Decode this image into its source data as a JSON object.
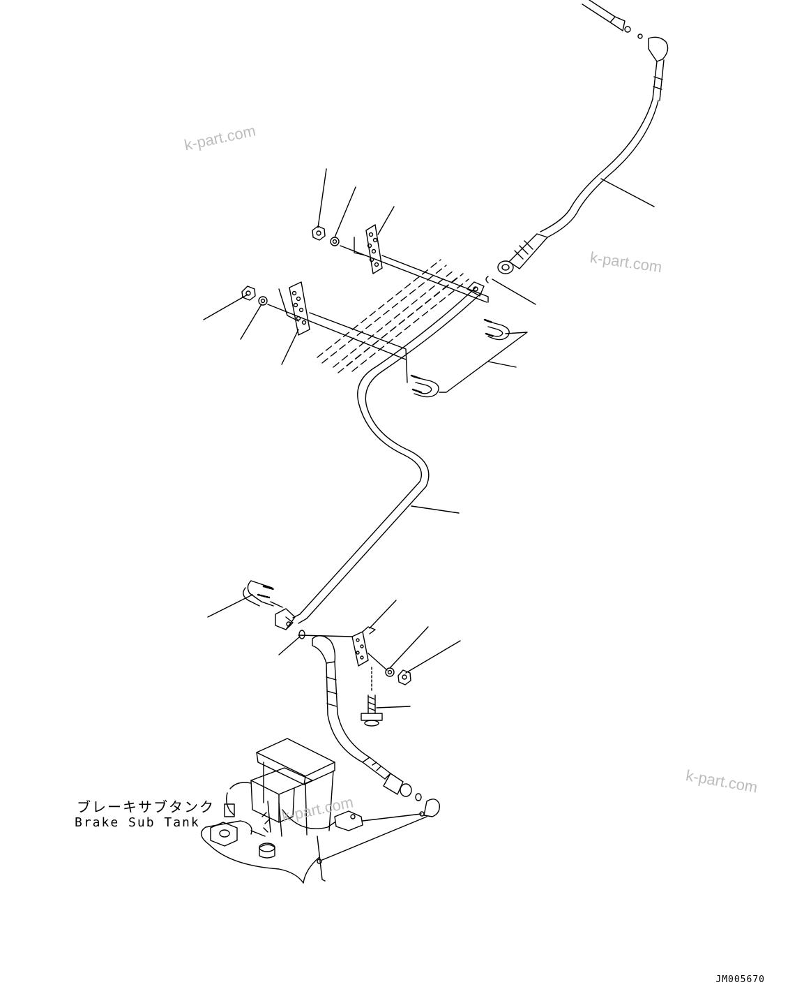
{
  "watermarks": [
    "k-part.com",
    "k-part.com",
    "k-part.com",
    "k-part.com"
  ],
  "labels": {
    "sub_tank_jp": "ブレーキサブタンク",
    "sub_tank_en": "Brake Sub Tank"
  },
  "drawing_code": "JM005670",
  "colors": {
    "line": "#000000",
    "watermark": "#bdbdbd",
    "background": "#ffffff"
  }
}
